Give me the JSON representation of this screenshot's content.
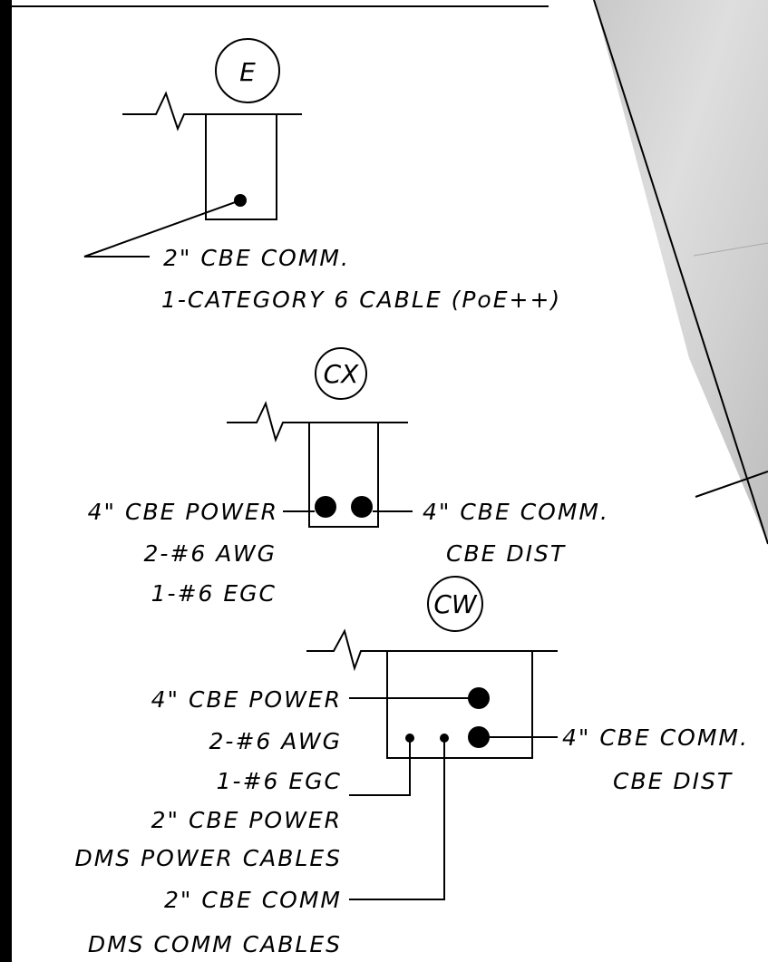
{
  "colors": {
    "ink": "#000000",
    "paper": "#ffffff",
    "photo_light": "#d8d8d8",
    "photo_dark": "#b8b8b8"
  },
  "details": {
    "E": {
      "tag": "E",
      "labels": [
        "2\" CBE COMM.",
        "1-CATEGORY 6 CABLE (PoE++)"
      ]
    },
    "CX": {
      "tag": "CX",
      "left_labels": [
        "4\" CBE POWER",
        "2-#6 AWG",
        "1-#6 EGC"
      ],
      "right_labels": [
        "4\" CBE COMM.",
        "CBE DIST"
      ]
    },
    "CW": {
      "tag": "CW",
      "left_labels": [
        "4\" CBE POWER",
        "2-#6 AWG",
        "1-#6 EGC",
        "2\" CBE POWER",
        "DMS POWER CABLES",
        "2\" CBE COMM",
        "DMS COMM CABLES"
      ],
      "right_labels": [
        "4\" CBE COMM.",
        "CBE DIST"
      ]
    }
  }
}
